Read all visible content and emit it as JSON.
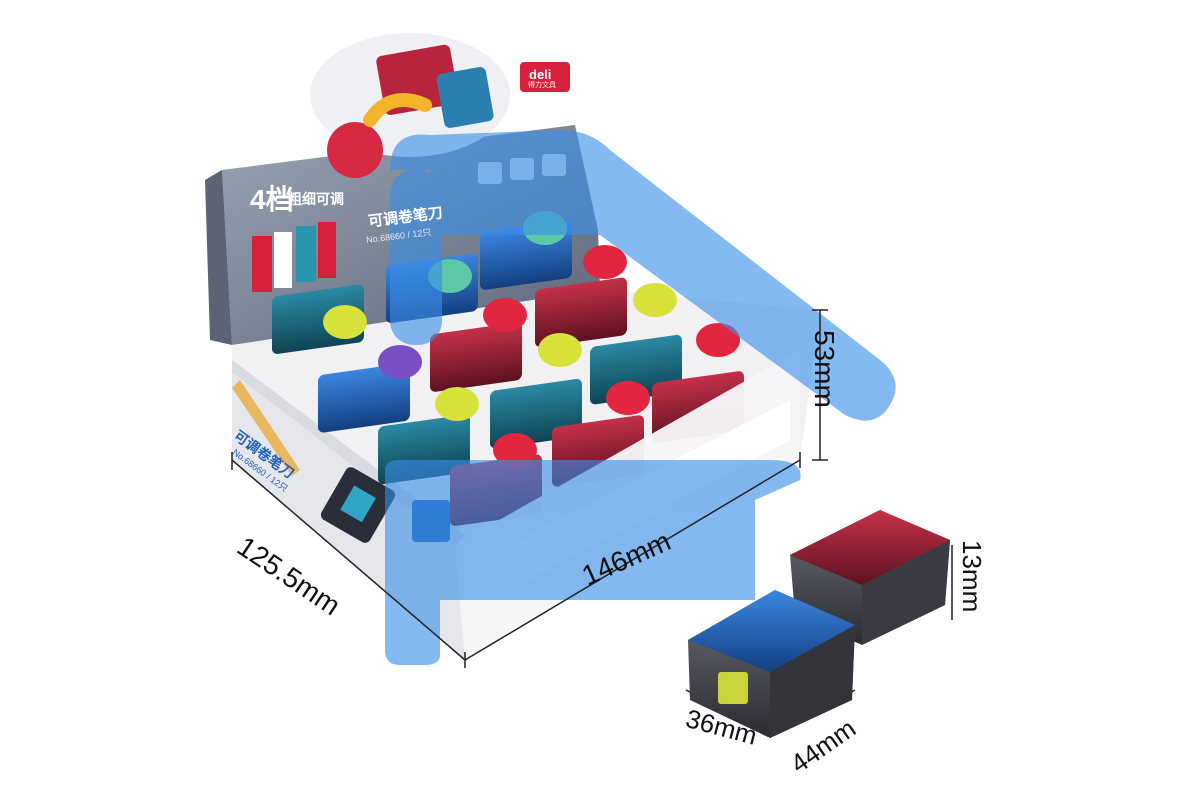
{
  "image": {
    "subject": "Deli adjustable pencil sharpener display box with 12 sharpeners and size dimensions",
    "colors": {
      "background": "#ffffff",
      "box_panel": "#7f8a9c",
      "box_white": "#f1f1f3",
      "brand_red": "#d6203c",
      "brand_blue": "#1f5fb4",
      "overlay_blue": "#3a8ee8",
      "sharpener_red": "#9c1e32",
      "sharpener_teal": "#1c6f86",
      "sharpener_blue": "#1e62b8",
      "cap_red": "#e3263f",
      "cap_yellow": "#d7e23a",
      "cap_mint": "#5cc8a8",
      "cap_purple": "#7b4fc4"
    }
  },
  "package": {
    "brand": "deli",
    "brand_sub": "得力文具",
    "headline_big": "4档",
    "headline_small": "粗细可调",
    "product_name": "可调卷笔刀",
    "model": "No.68660 / 12只",
    "side_name": "可调卷笔刀",
    "side_model": "No.68660 / 12只"
  },
  "dimensions": {
    "box_length": "146mm",
    "box_width": "125.5mm",
    "box_height": "53mm",
    "sharpener_depth": "36mm",
    "sharpener_width": "44mm",
    "sharpener_height": "13mm"
  }
}
